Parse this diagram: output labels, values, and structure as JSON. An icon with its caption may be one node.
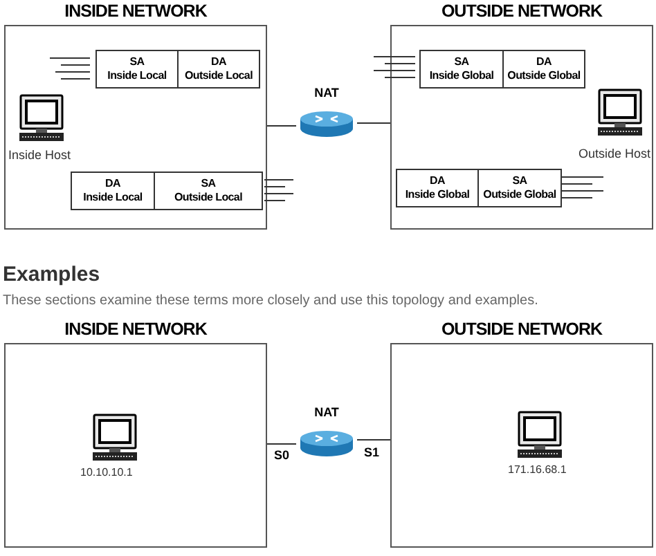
{
  "diagram": {
    "nodes": [
      {
        "text": [
          "INSIDE NETWORK"
        ]
      },
      {
        "text": [
          "SA",
          "Inside Local"
        ],
        "in": 0
      },
      {
        "text": [
          "DA",
          "Outside Local"
        ],
        "in": 0
      },
      {
        "text": [
          "DA",
          "Inside Local"
        ],
        "in": 0
      },
      {
        "text": [
          "SA",
          "Outside Local"
        ],
        "in": 0
      },
      {
        "text": [
          "NAT"
        ]
      },
      {
        "text": [
          "OUTSIDE NETWORK"
        ]
      },
      {
        "text": [
          "SA",
          "Inside Global"
        ],
        "in": 6
      },
      {
        "text": [
          "DA",
          "Outside Global"
        ],
        "in": 6
      },
      {
        "text": [
          "DA",
          "Inside Global"
        ],
        "in": 6
      },
      {
        "text": [
          "SA",
          "Outside Global"
        ],
        "in": 6
      },
      {
        "text": [
          "INSIDE NETWORK"
        ]
      },
      {
        "text": [
          "NAT"
        ]
      },
      {
        "text": [
          "OUTSIDE NETWORK"
        ]
      }
    ],
    "edges": [
      {
        "from": 0,
        "to": 5,
        "arrow": "none"
      },
      {
        "from": 5,
        "to": 6,
        "arrow": "none"
      },
      {
        "from": 11,
        "to": 12,
        "arrow": "none",
        "label": "S0"
      },
      {
        "from": 12,
        "to": 13,
        "arrow": "none",
        "label": "S1"
      }
    ],
    "labels": [
      "Inside Host",
      "Outside Host",
      "Examples",
      "These sections examine these terms more closely and use this topology and examples.",
      "10.10.10.1",
      "171.16.68.1"
    ]
  }
}
